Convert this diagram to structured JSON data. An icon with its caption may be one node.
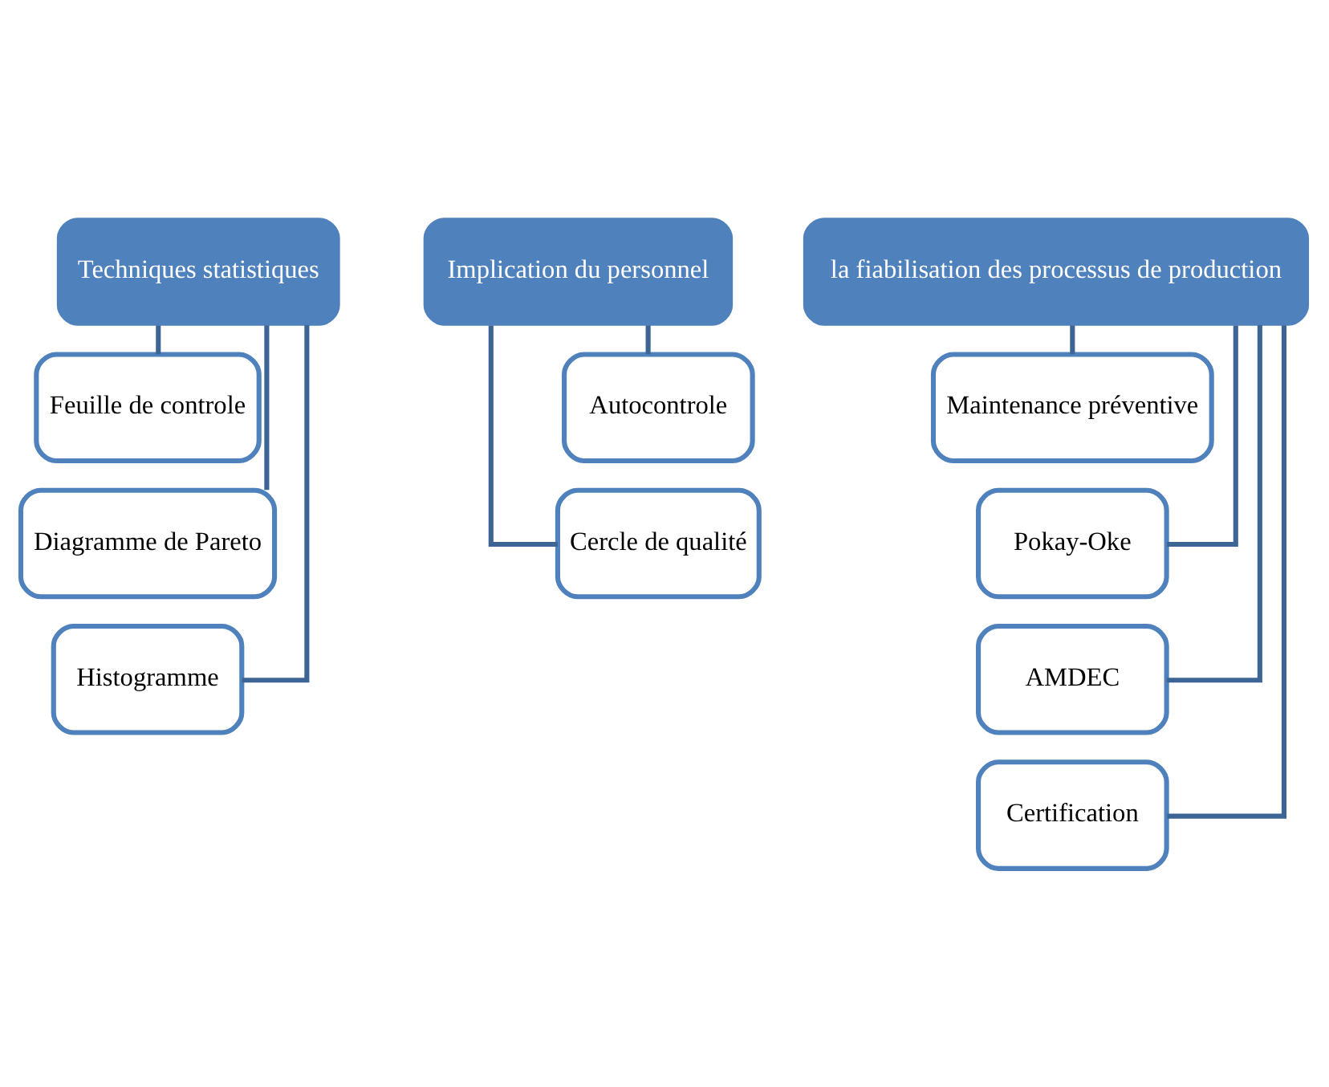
{
  "diagram": {
    "nodes": [
      {
        "text": [
          "Techniques statistiques"
        ]
      },
      {
        "text": [
          "Feuille de controle"
        ]
      },
      {
        "text": [
          "Diagramme de Pareto"
        ]
      },
      {
        "text": [
          "Histogramme"
        ]
      },
      {
        "text": [
          "Implication du personnel"
        ]
      },
      {
        "text": [
          "Autocontrole"
        ]
      },
      {
        "text": [
          "Cercle de qualité"
        ]
      },
      {
        "text": [
          "la fiabilisation des processus de production"
        ]
      },
      {
        "text": [
          "Maintenance préventive"
        ]
      },
      {
        "text": [
          "Pokay-Oke"
        ]
      },
      {
        "text": [
          "AMDEC"
        ]
      },
      {
        "text": [
          "Certification"
        ]
      }
    ],
    "edges": [
      {
        "from": 0,
        "to": 1,
        "arrow": "none"
      },
      {
        "from": 0,
        "to": 2,
        "arrow": "none"
      },
      {
        "from": 0,
        "to": 3,
        "arrow": "none"
      },
      {
        "from": 4,
        "to": 5,
        "arrow": "none"
      },
      {
        "from": 4,
        "to": 6,
        "arrow": "none"
      },
      {
        "from": 7,
        "to": 8,
        "arrow": "none"
      },
      {
        "from": 7,
        "to": 9,
        "arrow": "none"
      },
      {
        "from": 7,
        "to": 10,
        "arrow": "none"
      },
      {
        "from": 7,
        "to": 11,
        "arrow": "none"
      }
    ]
  }
}
